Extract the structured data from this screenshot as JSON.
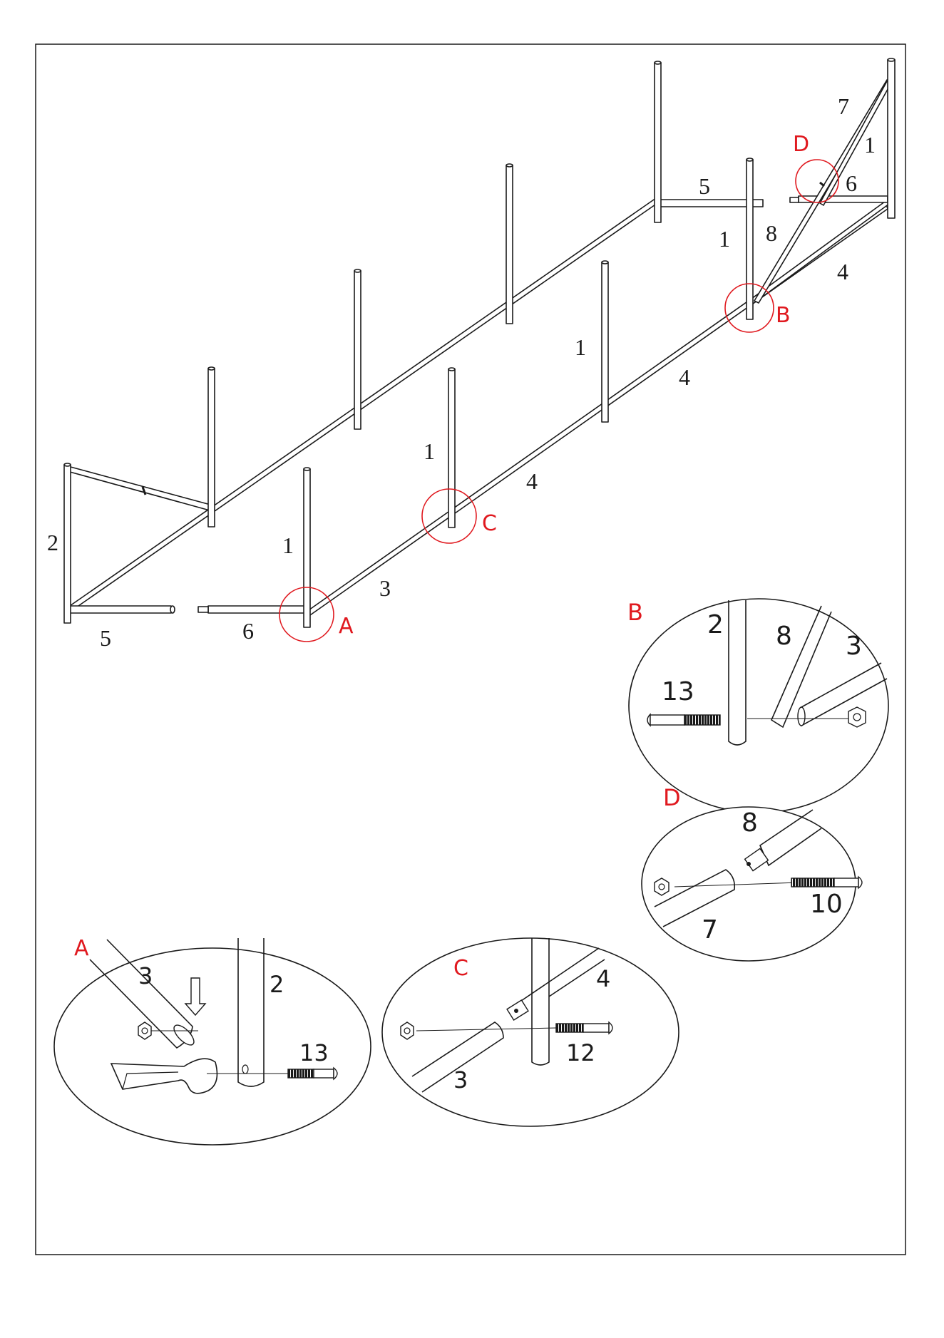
{
  "colors": {
    "line": "#1a1a1a",
    "accent": "#e0191f",
    "bolt_thread": "#1a1a1a"
  },
  "main_labels": {
    "l1a": "7",
    "l1b": "1",
    "l1c": "6",
    "l1d": "5",
    "l1e": "1",
    "l1f": "8",
    "l1g": "4",
    "l1h": "1",
    "l1i": "4",
    "l1j": "1",
    "l1k": "4",
    "l1l": "2",
    "l1m": "1",
    "l1n": "3",
    "l1o": "5",
    "l1p": "6"
  },
  "callouts": {
    "a": "A",
    "b": "B",
    "c": "C",
    "d": "D"
  },
  "detail_b": {
    "title": "B",
    "post": "2",
    "brace": "8",
    "rail": "3",
    "bolt": "13"
  },
  "detail_d": {
    "title": "D",
    "brace_upper": "8",
    "brace_lower": "7",
    "bolt": "10"
  },
  "detail_a": {
    "title": "A",
    "rail": "3",
    "post": "2",
    "bolt": "13"
  },
  "detail_c": {
    "title": "C",
    "rail_right": "4",
    "rail_left": "3",
    "bolt": "12"
  }
}
